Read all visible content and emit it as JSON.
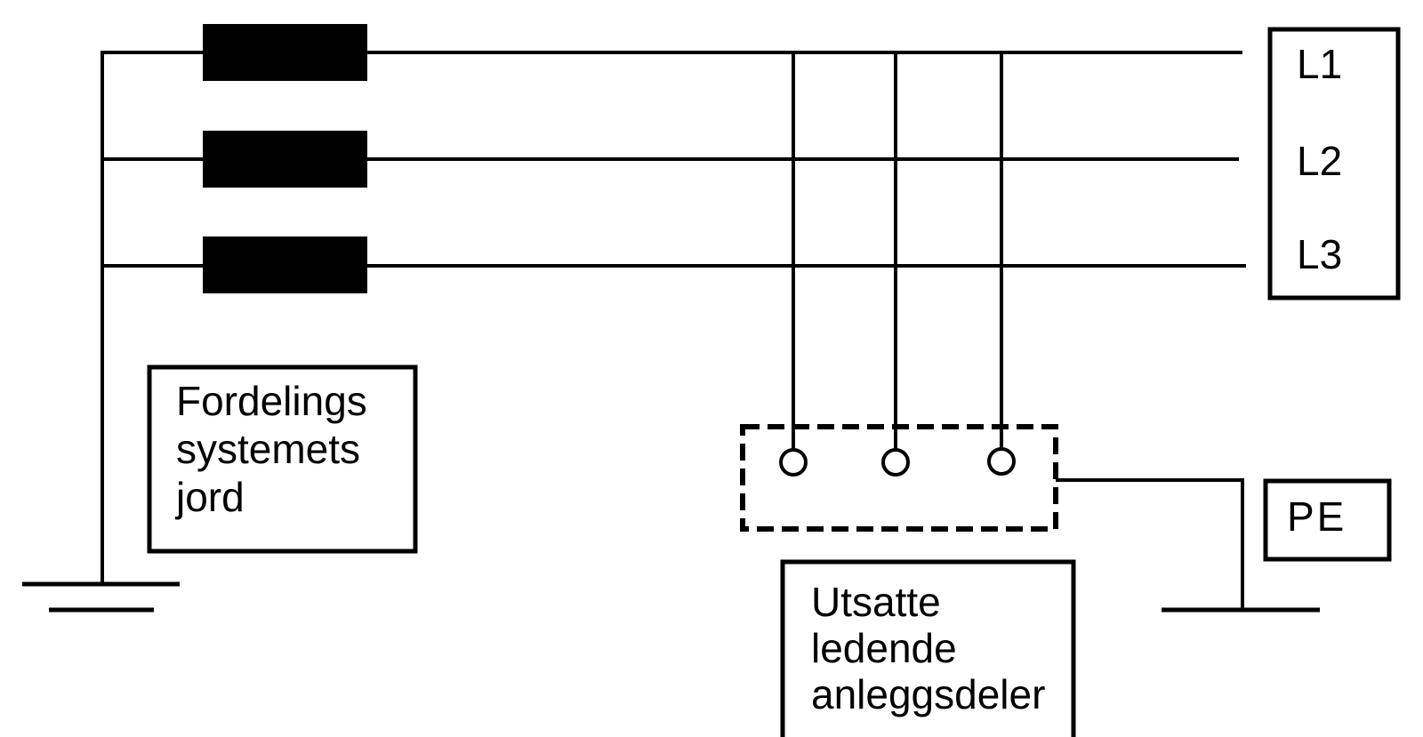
{
  "colors": {
    "stroke": "#000000",
    "background": "#ffffff"
  },
  "phase_terminal_box": {
    "labels": [
      "L1",
      "L2",
      "L3"
    ]
  },
  "pe_terminal_box": {
    "label": "PE"
  },
  "distribution_earth_label": {
    "lines": [
      "Fordelings",
      "systemets",
      "jord"
    ]
  },
  "exposed_parts_label": {
    "lines": [
      "Utsatte",
      "ledende",
      "anleggsdeler"
    ]
  }
}
